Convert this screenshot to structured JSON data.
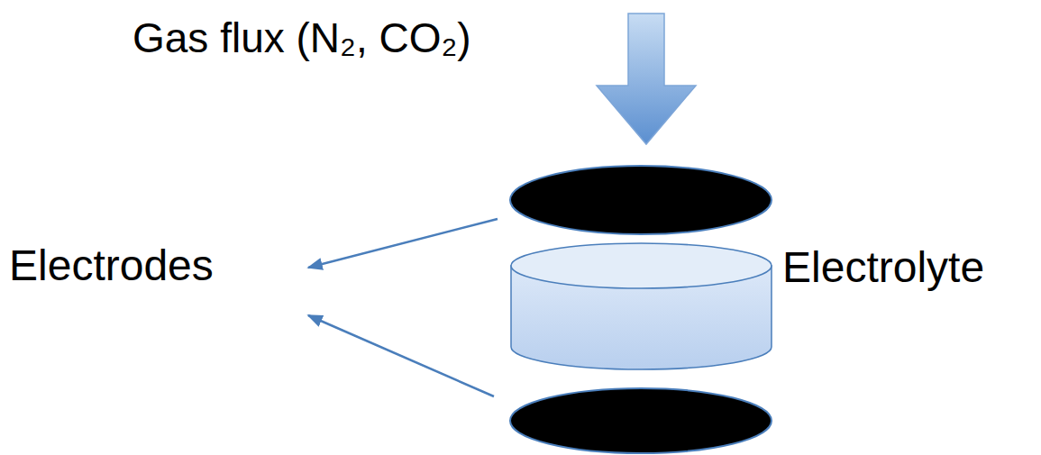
{
  "diagram": {
    "labels": [
      "Gas flux (N₂, CO₂)",
      "Electrodes",
      "Electrolyte"
    ]
  }
}
